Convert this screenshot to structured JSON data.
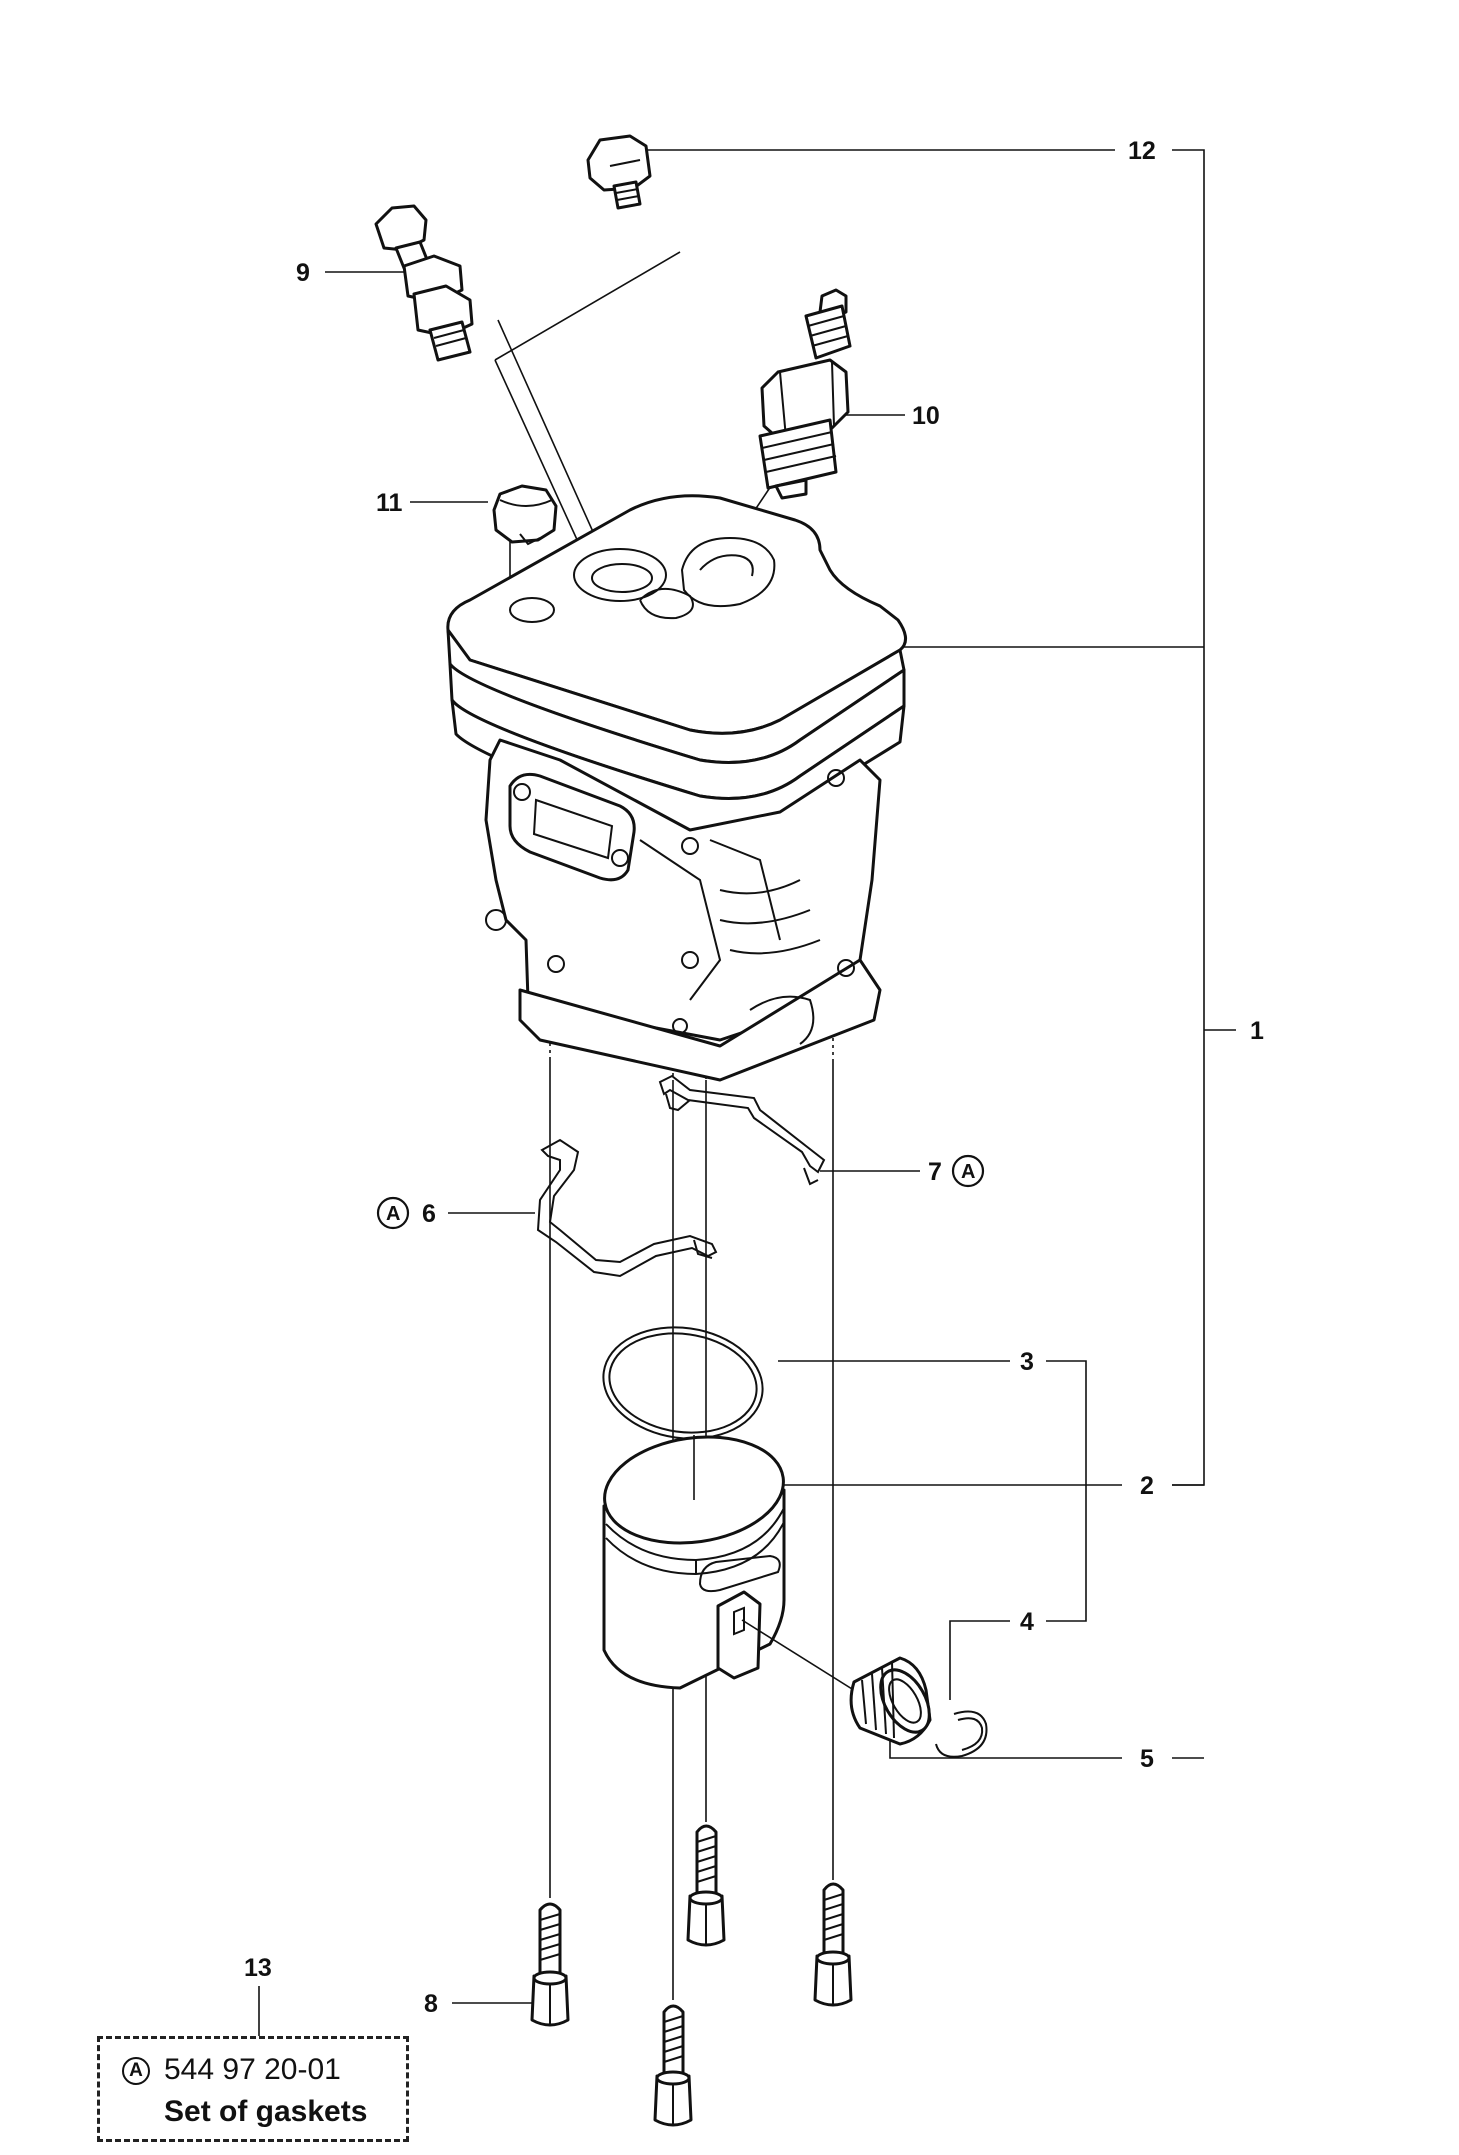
{
  "diagram": {
    "callouts": {
      "c1": "1",
      "c2": "2",
      "c3": "3",
      "c4": "4",
      "c5": "5",
      "c6": "6",
      "c7": "7",
      "c8": "8",
      "c9": "9",
      "c10": "10",
      "c11": "11",
      "c12": "12",
      "c13": "13"
    },
    "kit_marker": "A",
    "kit": {
      "number": "544 97 20-01",
      "description": "Set of gaskets"
    }
  }
}
